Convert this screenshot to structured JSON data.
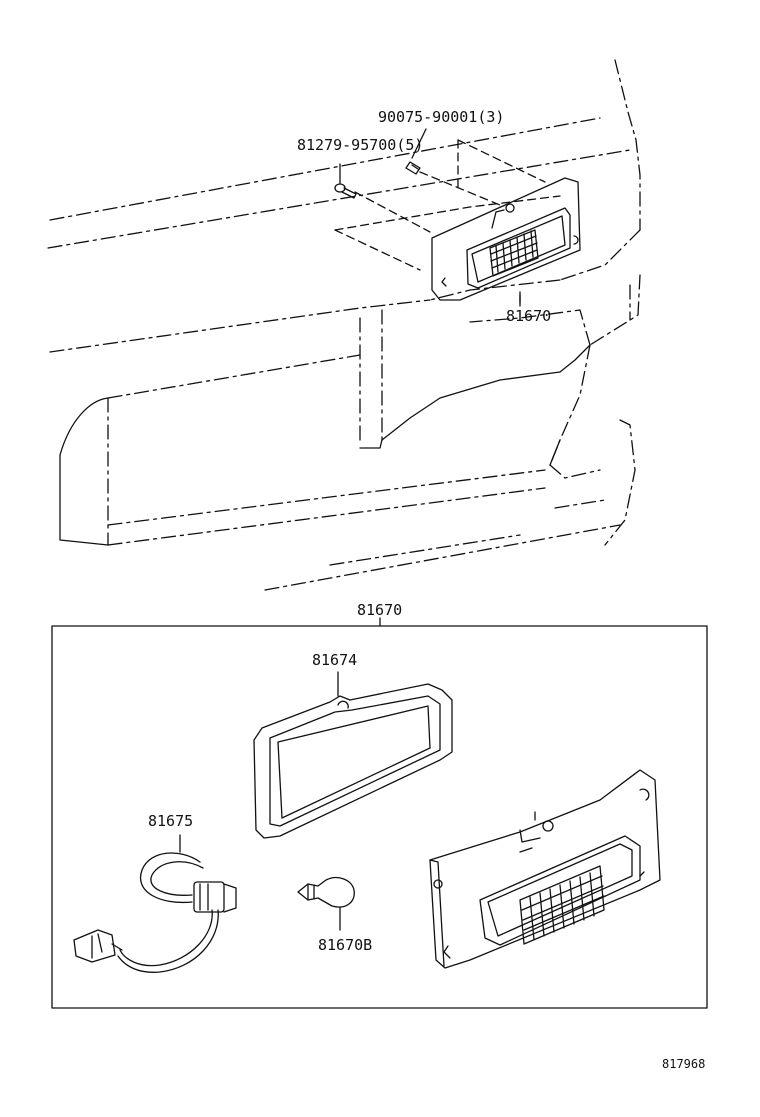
{
  "labels": {
    "screw_part": "90075-90001(3)",
    "bolt_part": "81279-95700(5)",
    "lamp_assy_top": "81670",
    "lamp_assy_box": "81670",
    "gasket": "81674",
    "socket_wire": "81675",
    "bulb": "81670B",
    "figure_id": "817968"
  },
  "colors": {
    "line": "#111111",
    "background": "#ffffff"
  }
}
